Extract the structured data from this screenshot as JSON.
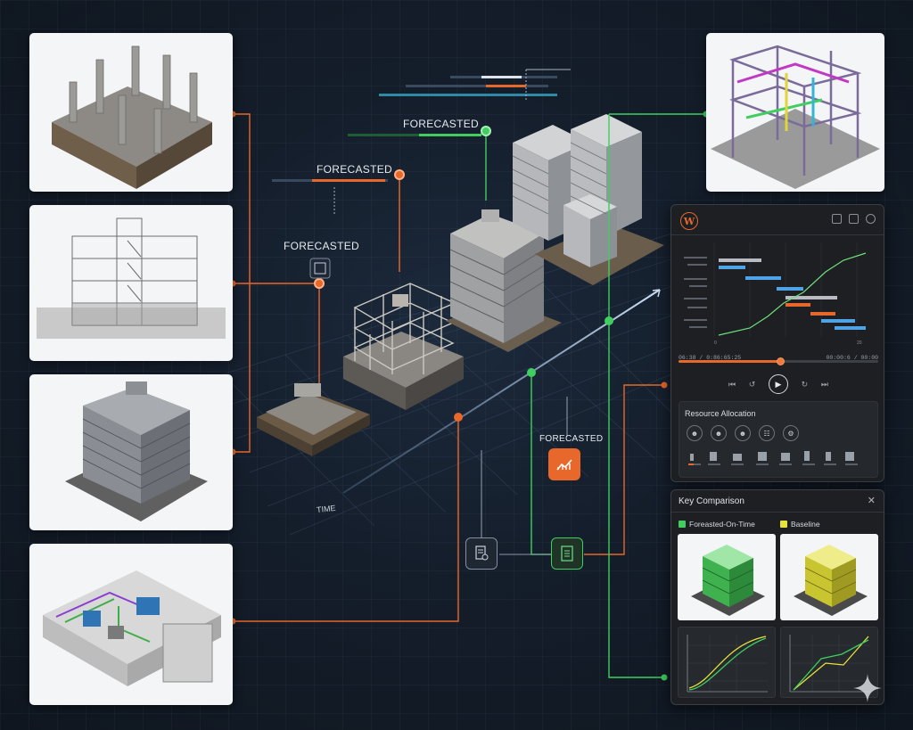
{
  "forecast_labels": [
    "FORECASTED",
    "FORECASTED",
    "FORECASTED",
    "FORECASTED"
  ],
  "time_label": "TIME",
  "schedule_panel": {
    "logo_letter": "W",
    "time_start": "06:38 / 0:86:65:25",
    "time_end": "00:00:6 / 00:00",
    "progress_pct": 0.51,
    "gantt_axis_start": "0",
    "gantt_axis_end": "20",
    "resource_title": "Resource Allocation"
  },
  "comparison_panel": {
    "title": "Key Comparison",
    "close": "✕",
    "legend": [
      {
        "label": "Foreasted-On-Time",
        "color": "#3fce5f"
      },
      {
        "label": "Baseline",
        "color": "#e6e23a"
      }
    ]
  },
  "colors": {
    "orange": "#e8672a",
    "green": "#3fce5f",
    "blue_line": "#9fc2ea",
    "background": "#141d2a"
  },
  "icons": {
    "chart_node": "bar-chart-icon",
    "doc_node": "document-icon",
    "list_node": "checklist-icon",
    "sparkle": "sparkle-icon"
  }
}
